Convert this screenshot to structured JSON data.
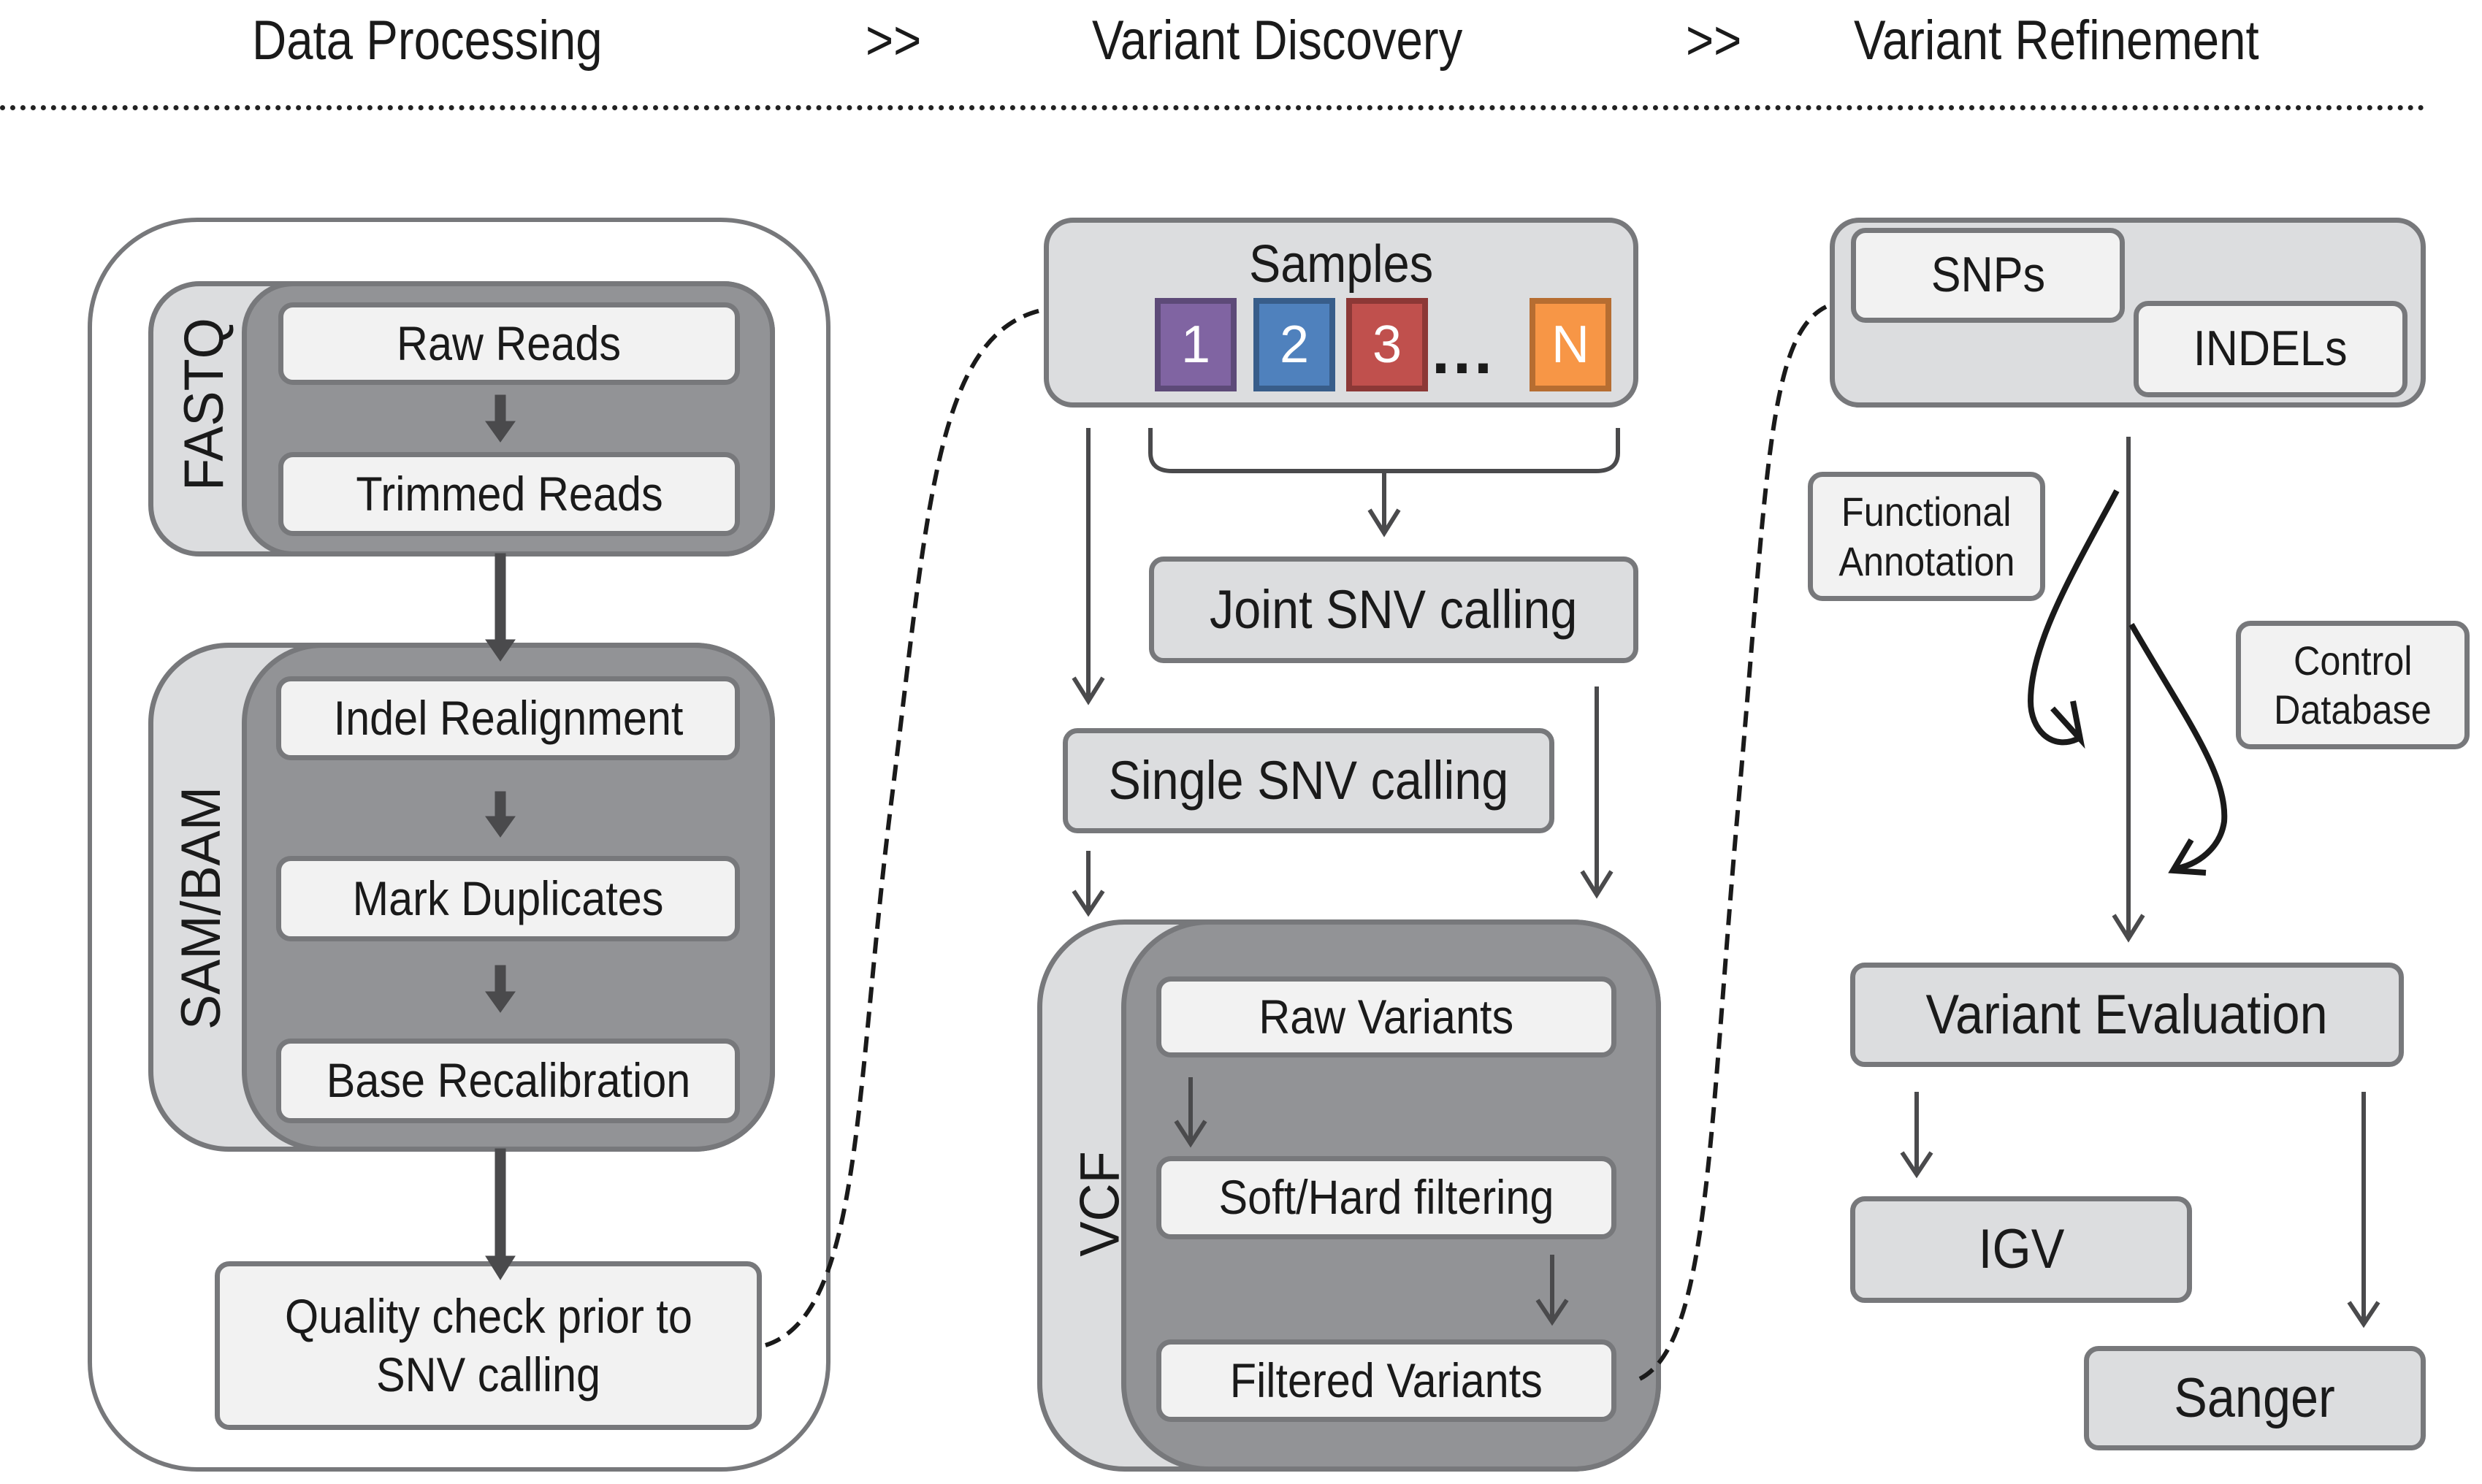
{
  "header": {
    "stages": [
      "Data Processing",
      "Variant Discovery",
      "Variant Refinement"
    ],
    "separator": ">>"
  },
  "data_processing": {
    "fastq": {
      "label": "FASTQ",
      "steps": [
        "Raw Reads",
        "Trimmed Reads"
      ]
    },
    "sam_bam": {
      "label": "SAM/BAM",
      "steps": [
        "Indel Realignment",
        "Mark Duplicates",
        "Base Recalibration"
      ]
    },
    "quality_check": [
      "Quality check prior to",
      "SNV calling"
    ]
  },
  "variant_discovery": {
    "samples": {
      "title": "Samples",
      "items": [
        {
          "label": "1",
          "color": "#8064A2",
          "border": "#5D4A78"
        },
        {
          "label": "2",
          "color": "#4F81BD",
          "border": "#385D8A"
        },
        {
          "label": "3",
          "color": "#C0504D",
          "border": "#8C3836"
        },
        {
          "label": "N",
          "color": "#F79646",
          "border": "#B66D31"
        }
      ],
      "ellipsis": "..."
    },
    "joint_calling": "Joint SNV calling",
    "single_calling": "Single SNV calling",
    "vcf": {
      "label": "VCF",
      "steps": [
        "Raw Variants",
        "Soft/Hard filtering",
        "Filtered Variants"
      ]
    }
  },
  "variant_refinement": {
    "snps": "SNPs",
    "indels": "INDELs",
    "functional_annotation": [
      "Functional",
      "Annotation"
    ],
    "control_database": [
      "Control",
      "Database"
    ],
    "evaluation": "Variant Evaluation",
    "igv": "IGV",
    "sanger": "Sanger"
  }
}
